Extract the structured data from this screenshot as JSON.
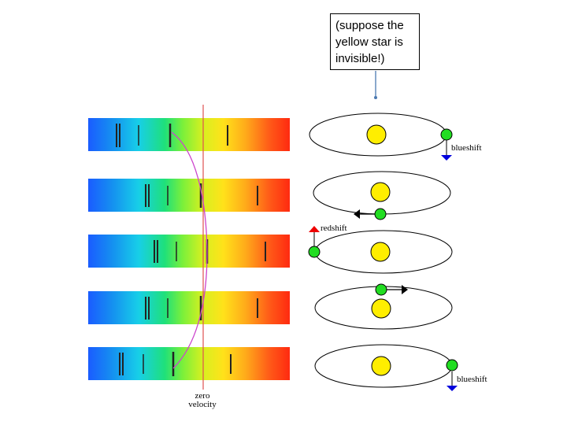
{
  "callout": {
    "line1": "(suppose the",
    "line2": "yellow star is",
    "line3": "invisible!)"
  },
  "labels": {
    "blueshift_top": "blueshift",
    "redshift": "redshift",
    "blueshift_bottom": "blueshift",
    "zero_line1": "zero",
    "zero_line2": "velocity"
  },
  "colors": {
    "planet": "#22dd22",
    "star": "#ffee00",
    "zero_line": "#e05050",
    "curve": "#cc44cc",
    "blueshift_arrow": "#0000dd",
    "redshift_arrow": "#ee0000"
  }
}
